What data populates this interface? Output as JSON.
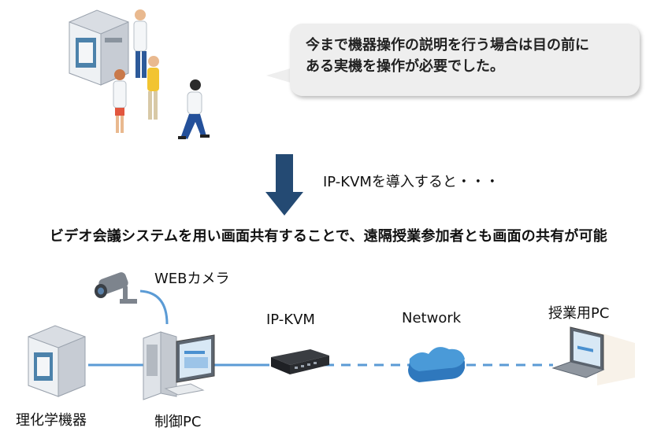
{
  "speech_bubble": {
    "line1": "今まで機器操作の説明を行う場合は目の前に",
    "line2": "ある実機を操作が必要でした。"
  },
  "intro_text": "IP-KVMを導入すると・・・",
  "headline": "ビデオ会議システムを用い画面共有することで、遠隔授業参加者とも画面の共有が可能",
  "labels": {
    "camera": "WEBカメラ",
    "ipkvm": "IP-KVM",
    "network": "Network",
    "lecture_pc": "授業用PC",
    "lab_equipment": "理化学機器",
    "control_pc": "制御PC"
  },
  "colors": {
    "arrow": "#244a73",
    "link": "#5b9bd5",
    "cloud": "#3f8fd2"
  }
}
